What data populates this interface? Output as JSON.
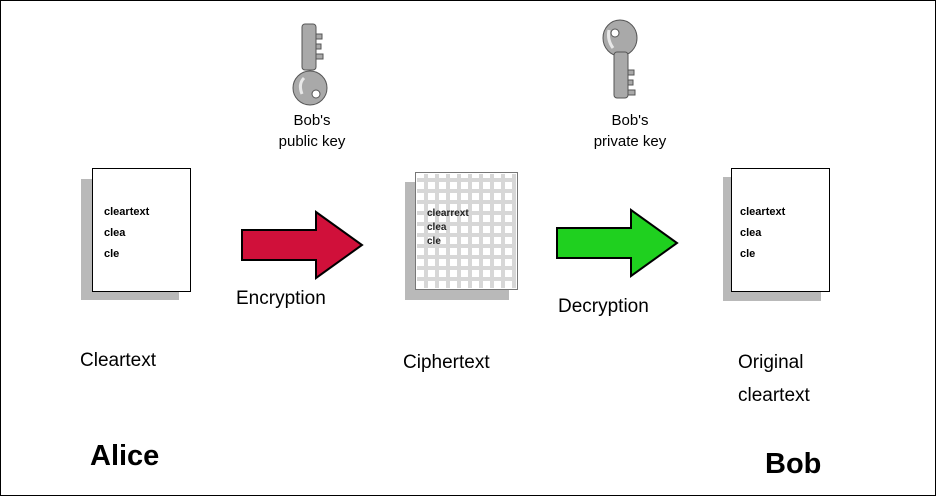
{
  "keys": {
    "encrypt_label": [
      "Bob's",
      "public key"
    ],
    "decrypt_label": [
      "Bob's",
      "private key"
    ]
  },
  "documents": {
    "cleartext_lines": [
      "cleartext",
      "clea",
      "cle"
    ],
    "ciphertext_lines": [
      "clearrext",
      "clea",
      "cle"
    ],
    "original_lines": [
      "cleartext",
      "clea",
      "cle"
    ]
  },
  "arrows": {
    "encryption": {
      "label": "Encryption",
      "color": "#d0103a"
    },
    "decryption": {
      "label": "Decryption",
      "color": "#1fd01f"
    }
  },
  "captions": {
    "cleartext": "Cleartext",
    "ciphertext": "Ciphertext",
    "original": [
      "Original",
      "cleartext"
    ]
  },
  "people": {
    "alice": "Alice",
    "bob": "Bob"
  }
}
